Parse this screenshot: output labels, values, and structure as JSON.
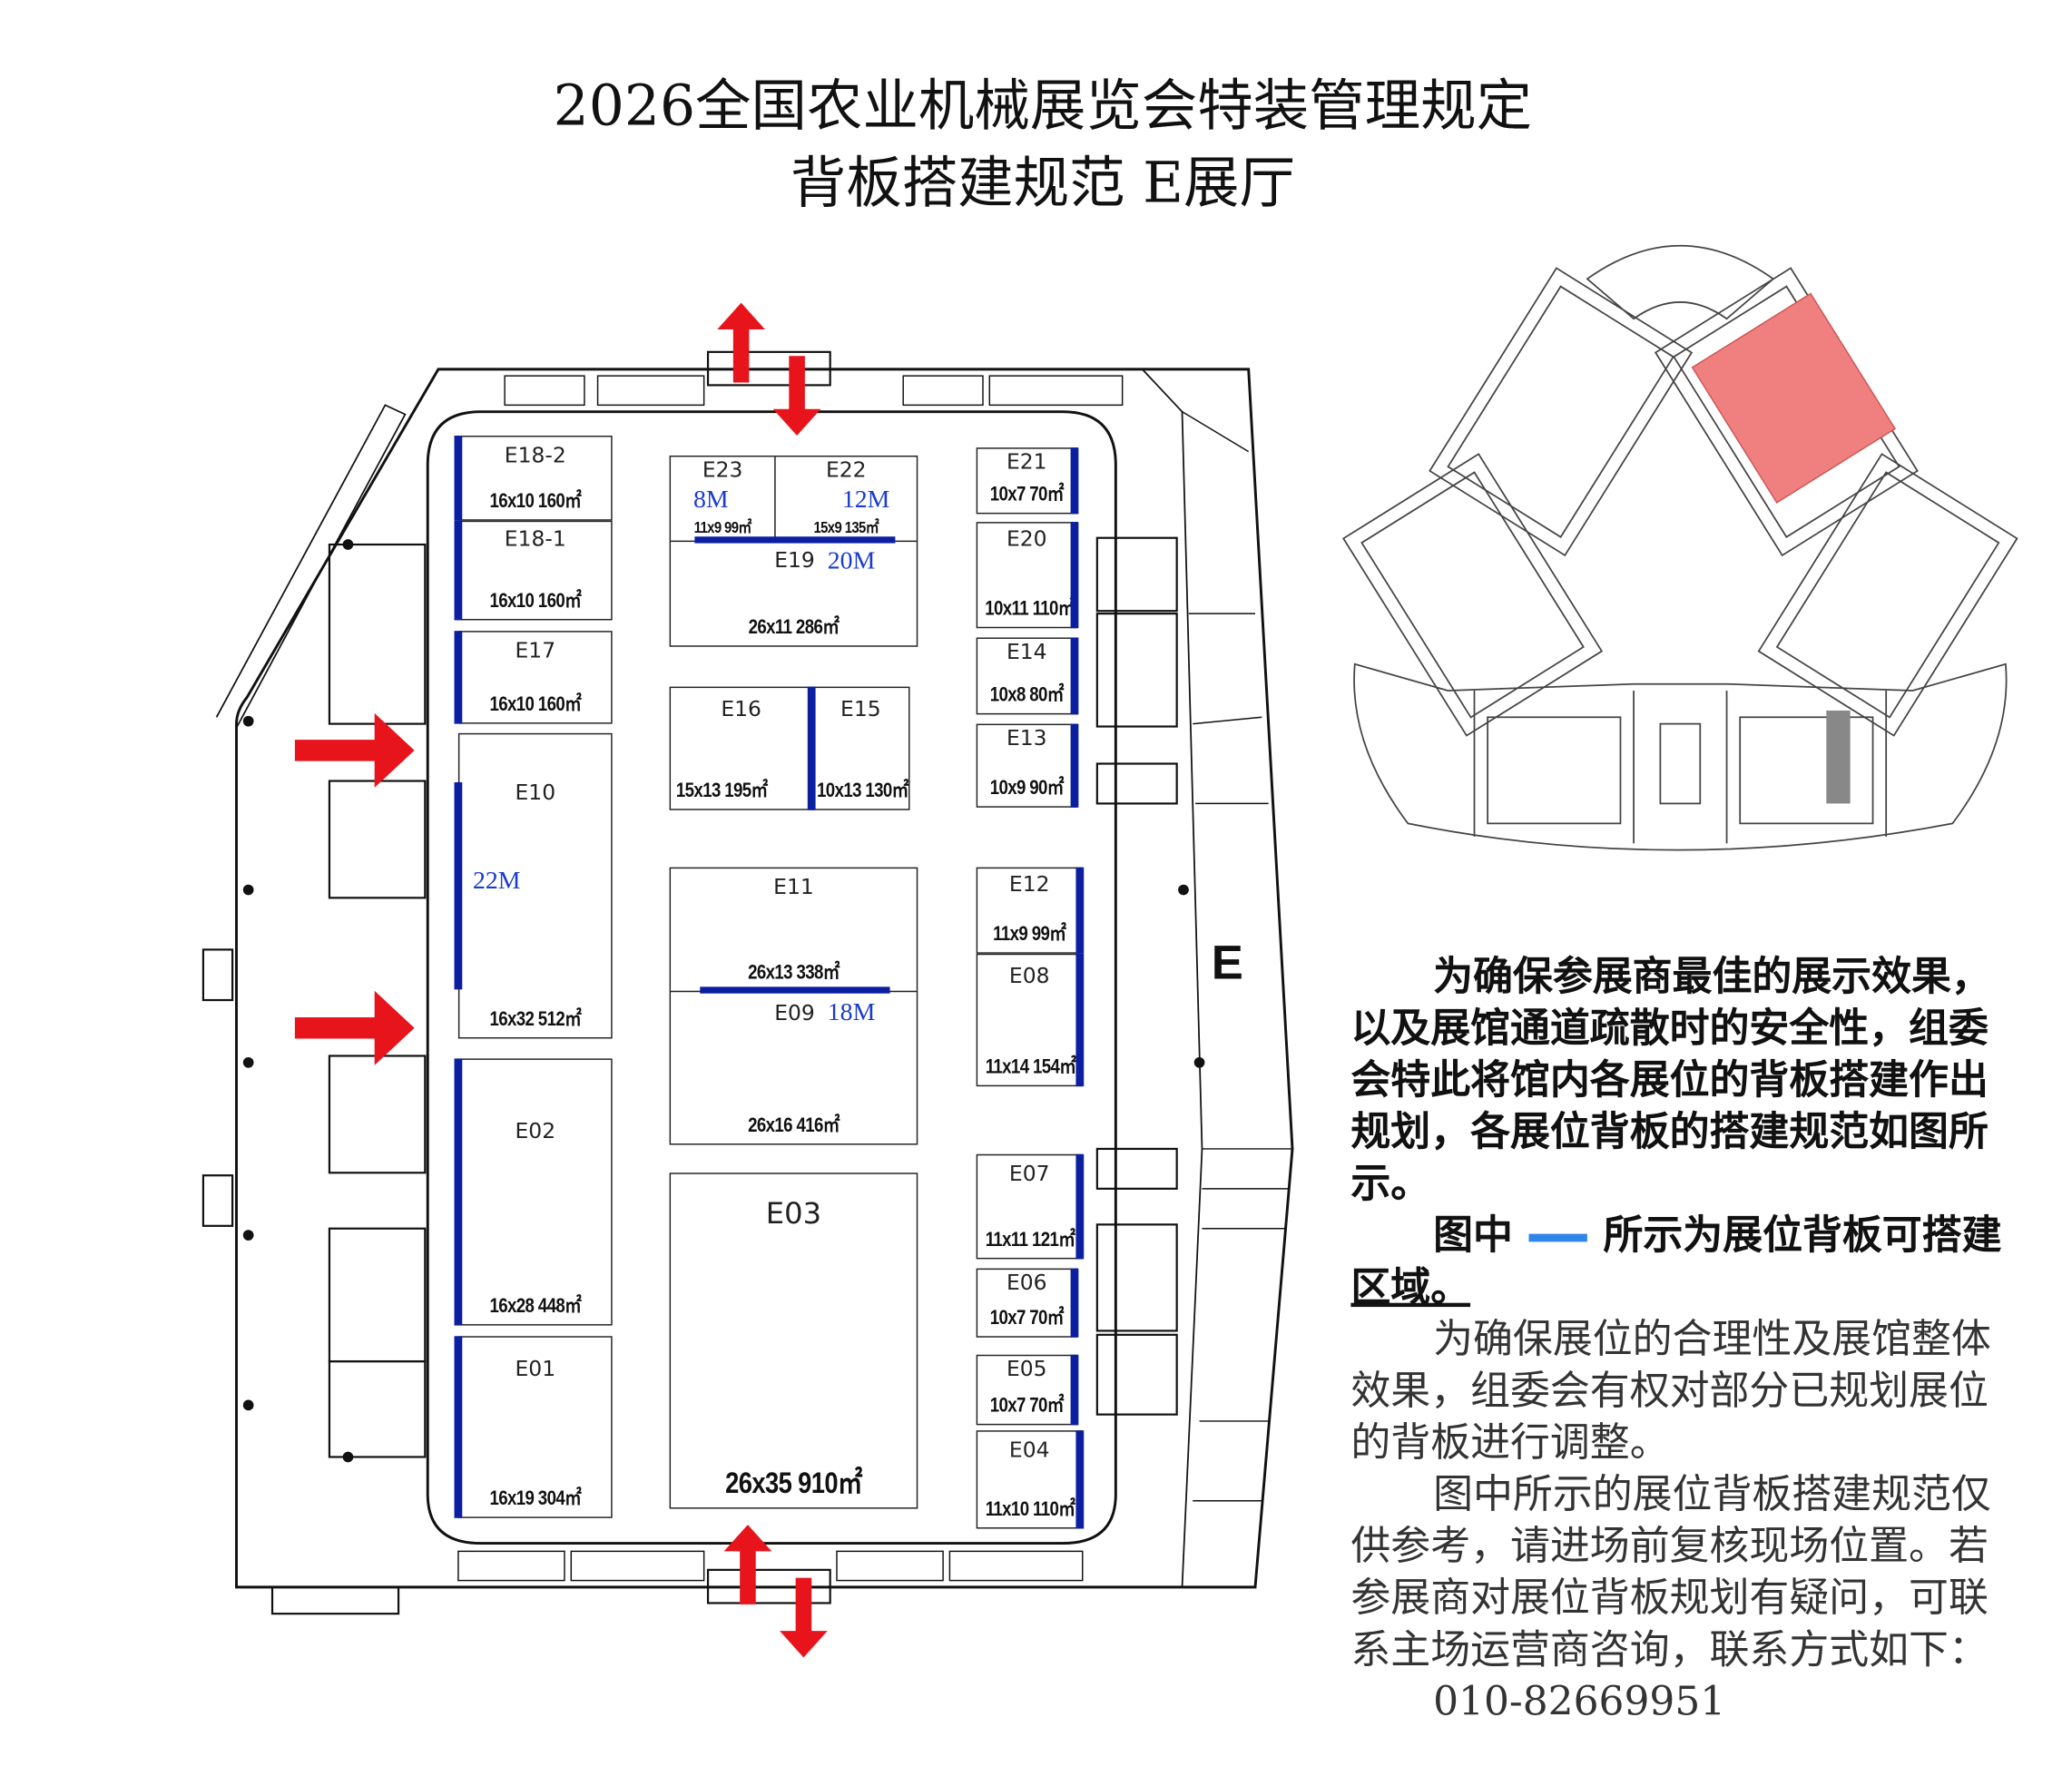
{
  "title": {
    "line1": "2026全国农业机械展览会特装管理规定",
    "line2": "背板搭建规范 E展厅"
  },
  "hall_label": "E",
  "colors": {
    "backboard": "#0b1fa0",
    "legend_bar": "#2f86e8",
    "arrow": "#e8141c",
    "highlight_hall": "#f08080"
  },
  "booths": [
    {
      "id": "E18-2",
      "size": "16x10  160㎡"
    },
    {
      "id": "E18-1",
      "size": "16x10  160㎡"
    },
    {
      "id": "E17",
      "size": "16x10  160㎡"
    },
    {
      "id": "E10",
      "size": "16x32  512㎡",
      "backboard": "22M"
    },
    {
      "id": "E02",
      "size": "16x28  448㎡"
    },
    {
      "id": "E01",
      "size": "16x19  304㎡"
    },
    {
      "id": "E23",
      "size": "11x9  99㎡",
      "backboard": "8M"
    },
    {
      "id": "E22",
      "size": "15x9   135㎡",
      "backboard": "12M"
    },
    {
      "id": "E19",
      "size": "26x11   286㎡",
      "backboard": "20M"
    },
    {
      "id": "E16",
      "size": "15x13  195㎡"
    },
    {
      "id": "E15",
      "size": "10x13 130㎡"
    },
    {
      "id": "E11",
      "size": "26x13  338㎡"
    },
    {
      "id": "E09",
      "size": "26x16  416㎡",
      "backboard": "18M"
    },
    {
      "id": "E03",
      "size": "26x35   910㎡"
    },
    {
      "id": "E21",
      "size": "10x7  70㎡"
    },
    {
      "id": "E20",
      "size": "10x11 110㎡"
    },
    {
      "id": "E14",
      "size": "10x8  80㎡"
    },
    {
      "id": "E13",
      "size": "10x9  90㎡"
    },
    {
      "id": "E12",
      "size": "11x9   99㎡"
    },
    {
      "id": "E08",
      "size": "11x14  154㎡"
    },
    {
      "id": "E07",
      "size": "11x11  121㎡"
    },
    {
      "id": "E06",
      "size": "10x7  70㎡"
    },
    {
      "id": "E05",
      "size": "10x7  70㎡"
    },
    {
      "id": "E04",
      "size": "11x10 110㎡"
    }
  ],
  "notice": {
    "p1": [
      "为确保参展商最佳的展示效果，",
      "以及展馆通道疏散时的安全性，组委",
      "会特此将馆内各展位的背板搭建作出",
      "规划，各展位背板的搭建规范如图所",
      "示。"
    ],
    "legend_prefix": "图中",
    "legend_suffix": "所示为展位背板可搭建",
    "legend_line2": "区域。",
    "p2": [
      "为确保展位的合理性及展馆整体",
      "效果，组委会有权对部分已规划展位",
      "的背板进行调整。"
    ],
    "p3": [
      "图中所示的展位背板搭建规范仅",
      "供参考，请进场前复核现场位置。若",
      "参展商对展位背板规划有疑问，可联",
      "系主场运营商咨询，联系方式如下："
    ],
    "phone": "010-82669951"
  }
}
